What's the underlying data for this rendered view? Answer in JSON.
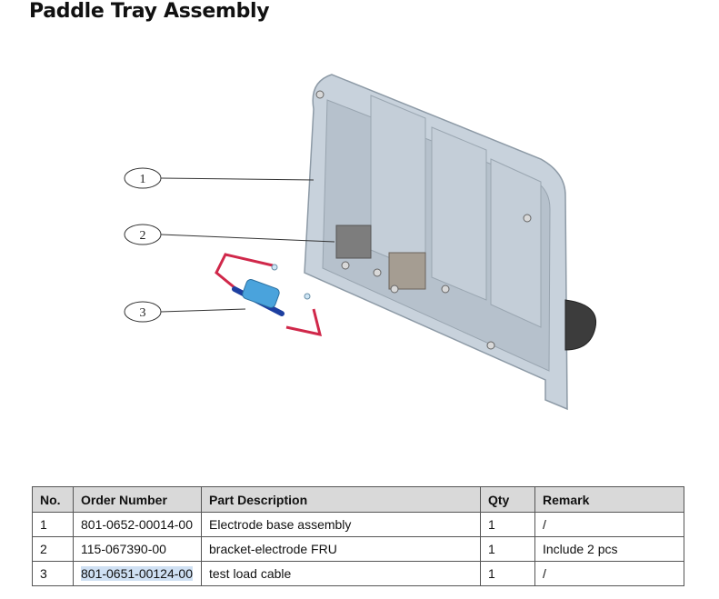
{
  "title": "Paddle Tray Assembly",
  "callouts": [
    "1",
    "2",
    "3"
  ],
  "table": {
    "headers": [
      "No.",
      "Order Number",
      "Part Description",
      "Qty",
      "Remark"
    ],
    "rows": [
      {
        "no": "1",
        "order": "801-0652-00014-00",
        "desc": "Electrode base assembly",
        "qty": "1",
        "remark": "/"
      },
      {
        "no": "2",
        "order": "115-067390-00",
        "desc": "bracket-electrode FRU",
        "qty": "1",
        "remark": "Include 2 pcs"
      },
      {
        "no": "3",
        "order": "801-0651-00124-00",
        "desc": "test load cable",
        "qty": "1",
        "remark": "/"
      }
    ]
  }
}
